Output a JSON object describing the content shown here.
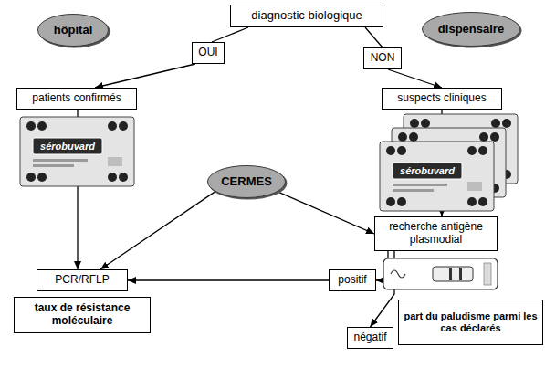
{
  "diagram": {
    "nodes": [
      {
        "text": [
          "diagnostic biologique"
        ]
      },
      {
        "text": [
          "hôpital"
        ]
      },
      {
        "text": [
          "dispensaire"
        ]
      },
      {
        "text": [
          "OUI"
        ]
      },
      {
        "text": [
          "NON"
        ]
      },
      {
        "text": [
          "patients confirmés"
        ]
      },
      {
        "text": [
          "suspects cliniques"
        ]
      },
      {
        "text": [
          "CERMES"
        ]
      },
      {
        "text": [
          "recherche antigène plasmodial"
        ]
      },
      {
        "text": [
          "PCR/RFLP"
        ]
      },
      {
        "text": [
          "positif"
        ]
      },
      {
        "text": [
          "négatif"
        ]
      },
      {
        "text": [
          "taux de résistance moléculaire"
        ]
      },
      {
        "text": [
          "part du paludisme parmi les cas déclarés"
        ]
      }
    ],
    "edges": [
      {
        "from": 0,
        "to": 3,
        "arrow": "none"
      },
      {
        "from": 0,
        "to": 4,
        "arrow": "none"
      },
      {
        "from": 3,
        "to": 5,
        "arrow": "to"
      },
      {
        "from": 4,
        "to": 6,
        "arrow": "to"
      },
      {
        "from": 5,
        "to": 9,
        "arrow": "to"
      },
      {
        "from": 6,
        "to": 8,
        "arrow": "to"
      },
      {
        "from": 7,
        "to": 9,
        "arrow": "to"
      },
      {
        "from": 7,
        "to": 8,
        "arrow": "to"
      },
      {
        "from": 8,
        "to": 10,
        "arrow": "to"
      },
      {
        "from": 8,
        "to": 11,
        "arrow": "to"
      },
      {
        "from": 10,
        "to": 9,
        "arrow": "to"
      }
    ],
    "labels": [
      "sérobuvard",
      "sérobuvard"
    ]
  }
}
